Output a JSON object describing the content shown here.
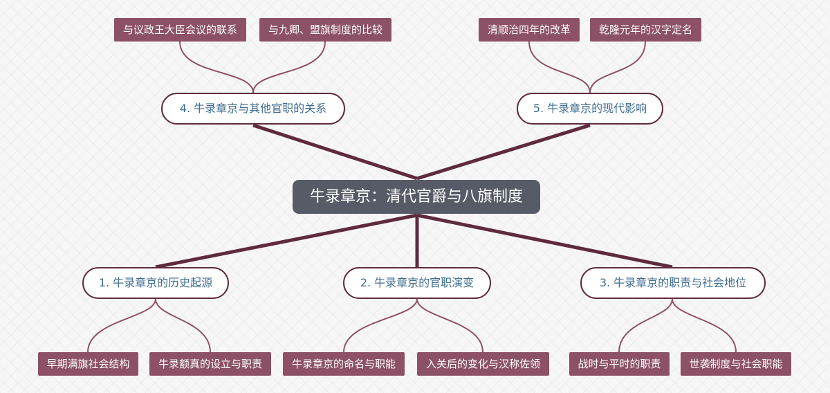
{
  "root": {
    "label": "牛录章京：清代官爵与八旗制度"
  },
  "branches": [
    {
      "label": "4. 牛录章京与其他官职的关系",
      "children": [
        "与议政王大臣会议的联系",
        "与九卿、盟旗制度的比较"
      ]
    },
    {
      "label": "5. 牛录章京的现代影响",
      "children": [
        "清顺治四年的改革",
        "乾隆元年的汉字定名"
      ]
    },
    {
      "label": "1. 牛录章京的历史起源",
      "children": [
        "早期满旗社会结构",
        "牛录额真的设立与职责"
      ]
    },
    {
      "label": "2. 牛录章京的官职演变",
      "children": [
        "牛录章京的命名与职能",
        "入关后的变化与汉称佐领"
      ]
    },
    {
      "label": "3. 牛录章京的职责与社会地位",
      "children": [
        "战时与平时的职责",
        "世袭制度与社会职能"
      ]
    }
  ],
  "colors": {
    "root_bg": "#565b67",
    "branch_border": "#5e2a3e",
    "branch_text": "#3f6d8f",
    "leaf_bg": "#8c5166",
    "trunk_line": "#5e2a3e",
    "twig_line": "#8c5166"
  }
}
